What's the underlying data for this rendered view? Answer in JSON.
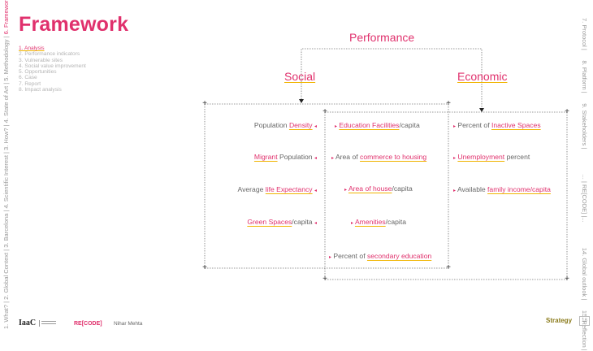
{
  "page_title": "Framework",
  "left_nav": [
    "1. What? |",
    "2. Global Context |",
    "3. Barcelona |",
    "4. Scientific Interest |",
    "3. How? |",
    "4. State of Art |",
    "5. Methodology |",
    "6. Framework |"
  ],
  "submenu": [
    "1. Analysis",
    "2. Performance indicators",
    "3. Vulnerable sites",
    "4. Social value improvement",
    "5. Opportunities",
    "6. Case",
    "7. Report",
    "8. Impact analysis"
  ],
  "right_nav": [
    "7. Protocol |",
    "8. Platform |",
    "9. Stakeholders |",
    "... | RE[CODE] |...",
    "14. Global outlook |",
    "15. Reflection |"
  ],
  "diagram": {
    "performance": "Performance",
    "social": "Social",
    "economic": "Economic",
    "col1": [
      {
        "pre": "Population ",
        "hl": "Density",
        "post": ""
      },
      {
        "pre": "",
        "hl": "Migrant",
        "post": " Population"
      },
      {
        "pre": "Average ",
        "hl": "life Expectancy",
        "post": ""
      },
      {
        "pre": "",
        "hl": "Green Spaces",
        "post": "/capita"
      }
    ],
    "col2": [
      {
        "pre": "",
        "hl": "Education Facilities",
        "post": "/capita"
      },
      {
        "pre": "Area of ",
        "hl": "commerce to housing",
        "post": ""
      },
      {
        "pre": "",
        "hl": "Area of house",
        "post": "/capita"
      },
      {
        "pre": "",
        "hl": "Amenities",
        "post": "/capita"
      },
      {
        "pre": "Percent of ",
        "hl": "secondary education",
        "post": ""
      }
    ],
    "col3": [
      {
        "pre": "Percent of ",
        "hl": "Inactive Spaces",
        "post": ""
      },
      {
        "pre": "",
        "hl": "Unemployment",
        "post": " percent"
      },
      {
        "pre": "Available ",
        "hl": "family income/capita",
        "post": ""
      }
    ]
  },
  "footer": {
    "logo": "IaaC",
    "recode": "RE[CODE]",
    "author": "Nihar Mehta",
    "section": "Strategy",
    "page": "18"
  }
}
